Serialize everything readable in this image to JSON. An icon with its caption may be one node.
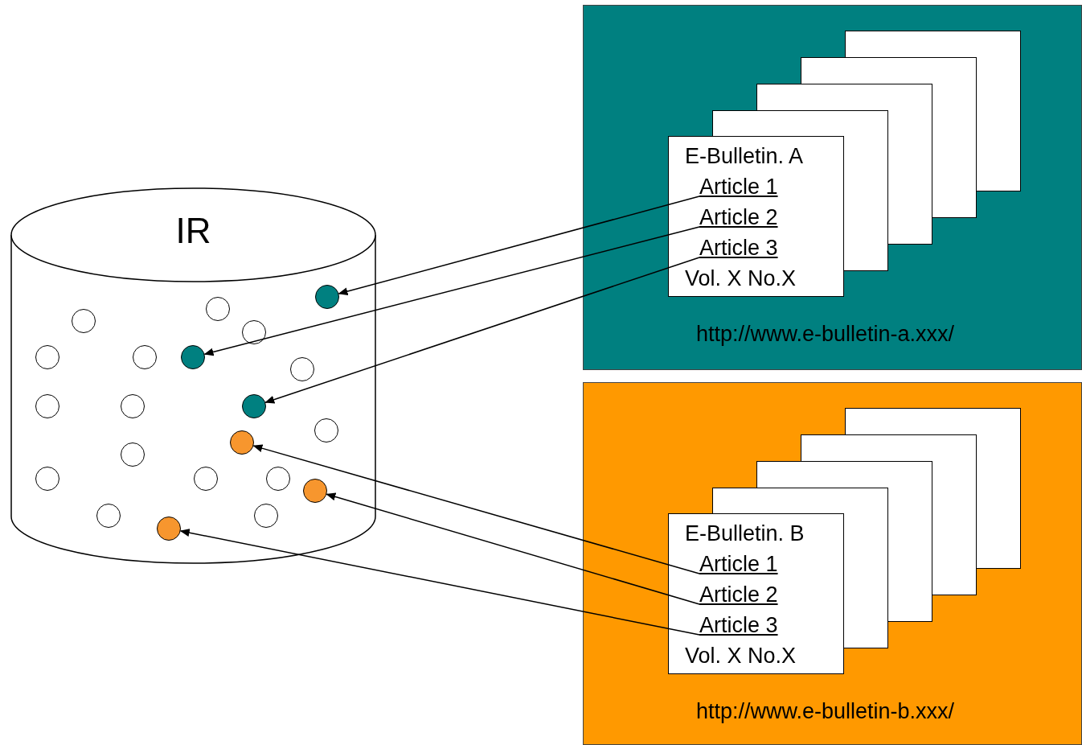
{
  "diagram": {
    "nodes": [
      {
        "text": [
          "IR"
        ]
      },
      {
        "text": [],
        "shape": "circle",
        "in": 0
      },
      {
        "text": [],
        "shape": "circle",
        "in": 0
      },
      {
        "text": [],
        "shape": "circle",
        "in": 0
      },
      {
        "text": [],
        "shape": "circle",
        "in": 0
      },
      {
        "text": [],
        "shape": "circle",
        "in": 0
      },
      {
        "text": [],
        "shape": "circle",
        "in": 0
      },
      {
        "text": [],
        "shape": "circle",
        "in": 0
      },
      {
        "text": [],
        "shape": "circle",
        "in": 0
      },
      {
        "text": [],
        "shape": "circle",
        "in": 0
      },
      {
        "text": [],
        "shape": "circle",
        "in": 0
      },
      {
        "text": [],
        "shape": "circle",
        "in": 0
      },
      {
        "text": [],
        "shape": "circle",
        "in": 0
      },
      {
        "text": [],
        "shape": "circle",
        "in": 0
      },
      {
        "text": [],
        "shape": "circle",
        "in": 0
      },
      {
        "text": [],
        "shape": "circle",
        "in": 0
      },
      {
        "text": [],
        "shape": "circle",
        "in": 0
      },
      {
        "text": [],
        "shape": "circle",
        "in": 0
      },
      {
        "text": [],
        "shape": "circle",
        "in": 0
      },
      {
        "text": [],
        "shape": "circle",
        "in": 0
      },
      {
        "text": [],
        "shape": "circle",
        "in": 0
      },
      {
        "text": [],
        "shape": "circle",
        "in": 0
      },
      {
        "text": [
          "http://www.e-bulletin-a.xxx/"
        ]
      },
      {
        "text": [],
        "shape": "box",
        "in": 22
      },
      {
        "text": [],
        "shape": "box",
        "in": 22
      },
      {
        "text": [],
        "shape": "box",
        "in": 22
      },
      {
        "text": [],
        "shape": "box",
        "in": 22
      },
      {
        "text": [
          "E-Bulletin. A",
          "Vol. X No.X"
        ],
        "in": 22
      },
      {
        "text": [
          "Article 1"
        ],
        "in": 27
      },
      {
        "text": [
          "Article 2"
        ],
        "in": 27
      },
      {
        "text": [
          "Article 3"
        ],
        "in": 27
      },
      {
        "text": [
          "http://www.e-bulletin-b.xxx/"
        ]
      },
      {
        "text": [],
        "shape": "box",
        "in": 31
      },
      {
        "text": [],
        "shape": "box",
        "in": 31
      },
      {
        "text": [],
        "shape": "box",
        "in": 31
      },
      {
        "text": [],
        "shape": "box",
        "in": 31
      },
      {
        "text": [
          "E-Bulletin. B",
          "Vol. X No.X"
        ],
        "in": 31
      },
      {
        "text": [
          "Article 1"
        ],
        "in": 36
      },
      {
        "text": [
          "Article 2"
        ],
        "in": 36
      },
      {
        "text": [
          "Article 3"
        ],
        "in": 36
      }
    ],
    "edges": [
      {
        "from": 28,
        "to": 1,
        "arrow": "to"
      },
      {
        "from": 29,
        "to": 7,
        "arrow": "to"
      },
      {
        "from": 30,
        "to": 11,
        "arrow": "to"
      },
      {
        "from": 37,
        "to": 13,
        "arrow": "to"
      },
      {
        "from": 38,
        "to": 18,
        "arrow": "to"
      },
      {
        "from": 39,
        "to": 21,
        "arrow": "to"
      }
    ]
  }
}
